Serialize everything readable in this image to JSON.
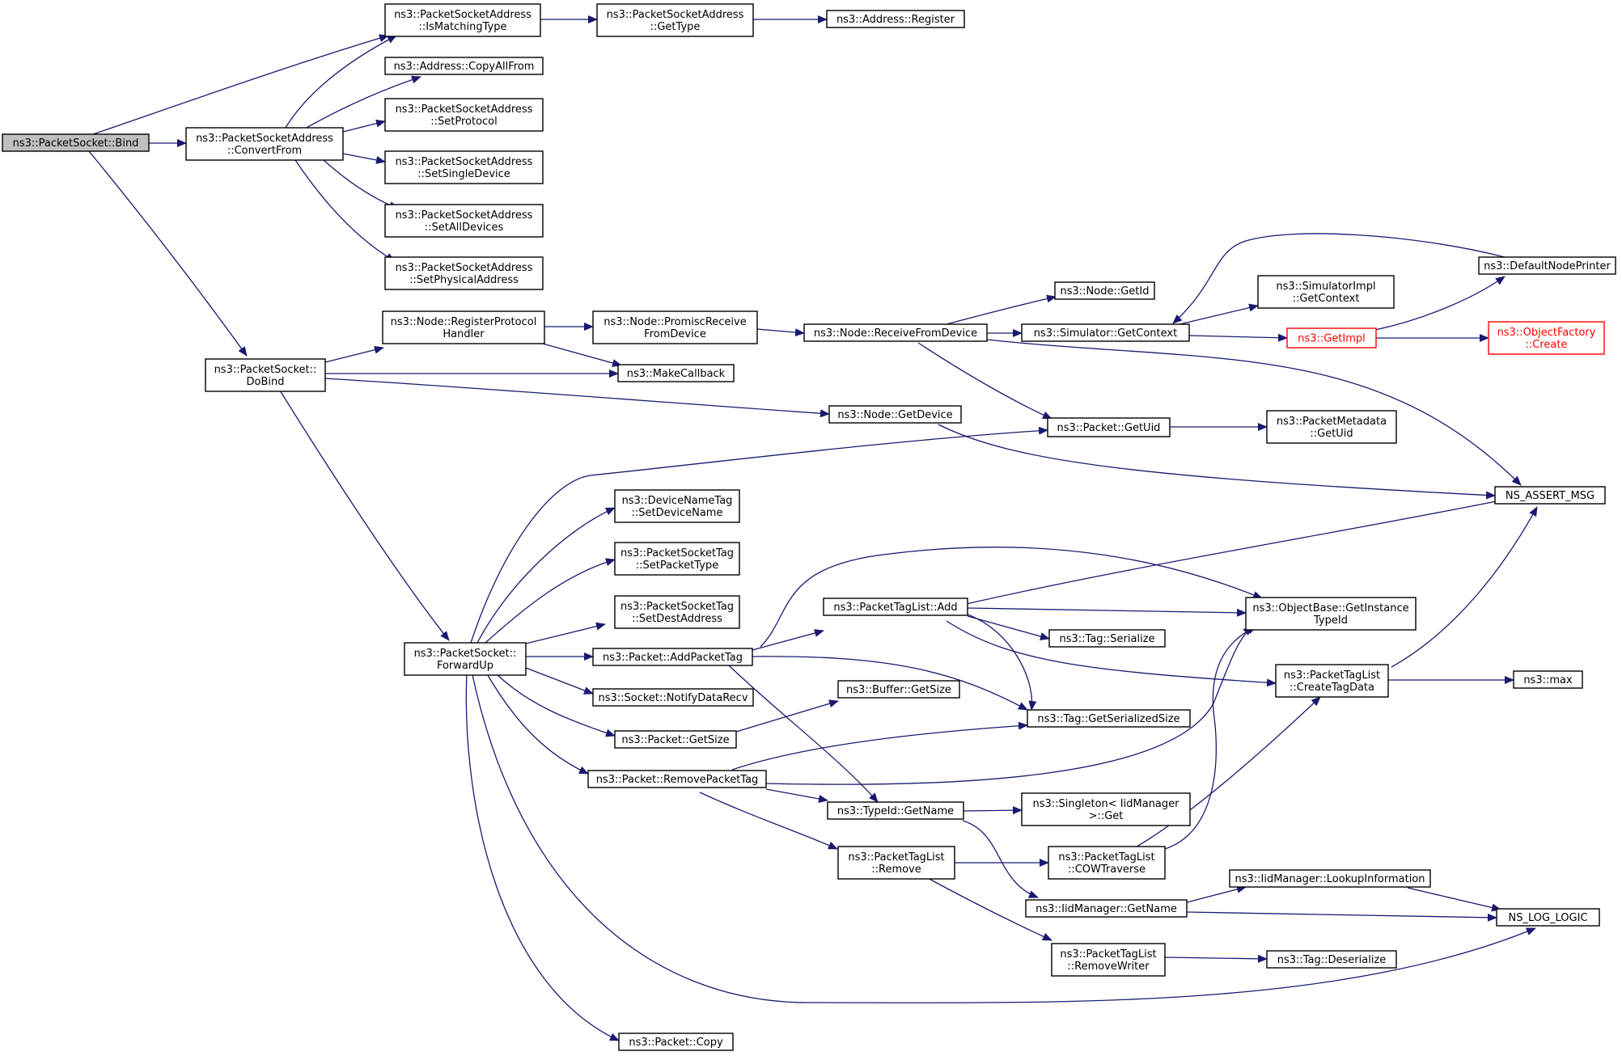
{
  "nodes": {
    "bind": {
      "lines": [
        "ns3::PacketSocket::Bind"
      ]
    },
    "isMatchingType": {
      "lines": [
        "ns3::PacketSocketAddress",
        "::IsMatchingType"
      ]
    },
    "getType": {
      "lines": [
        "ns3::PacketSocketAddress",
        "::GetType"
      ]
    },
    "addressRegister": {
      "lines": [
        "ns3::Address::Register"
      ]
    },
    "copyAllFrom": {
      "lines": [
        "ns3::Address::CopyAllFrom"
      ]
    },
    "convertFrom": {
      "lines": [
        "ns3::PacketSocketAddress",
        "::ConvertFrom"
      ]
    },
    "setProtocol": {
      "lines": [
        "ns3::PacketSocketAddress",
        "::SetProtocol"
      ]
    },
    "setSingleDevice": {
      "lines": [
        "ns3::PacketSocketAddress",
        "::SetSingleDevice"
      ]
    },
    "setAllDevices": {
      "lines": [
        "ns3::PacketSocketAddress",
        "::SetAllDevices"
      ]
    },
    "setPhysicalAddress": {
      "lines": [
        "ns3::PacketSocketAddress",
        "::SetPhysicalAddress"
      ]
    },
    "doBind": {
      "lines": [
        "ns3::PacketSocket::",
        "DoBind"
      ]
    },
    "registerProtocolHandler": {
      "lines": [
        "ns3::Node::RegisterProtocol",
        "Handler"
      ]
    },
    "promiscReceive": {
      "lines": [
        "ns3::Node::PromiscReceive",
        "FromDevice"
      ]
    },
    "receiveFromDevice": {
      "lines": [
        "ns3::Node::ReceiveFromDevice"
      ]
    },
    "nodeGetId": {
      "lines": [
        "ns3::Node::GetId"
      ]
    },
    "simGetContext": {
      "lines": [
        "ns3::Simulator::GetContext"
      ]
    },
    "simImplGetContext": {
      "lines": [
        "ns3::SimulatorImpl",
        "::GetContext"
      ]
    },
    "defaultNodePrinter": {
      "lines": [
        "ns3::DefaultNodePrinter"
      ]
    },
    "getImpl": {
      "lines": [
        "ns3::GetImpl"
      ]
    },
    "objectFactoryCreate": {
      "lines": [
        "ns3::ObjectFactory",
        "::Create"
      ]
    },
    "makeCallback": {
      "lines": [
        "ns3::MakeCallback"
      ]
    },
    "nodeGetDevice": {
      "lines": [
        "ns3::Node::GetDevice"
      ]
    },
    "packetGetUid": {
      "lines": [
        "ns3::Packet::GetUid"
      ]
    },
    "packetMetadataGetUid": {
      "lines": [
        "ns3::PacketMetadata",
        "::GetUid"
      ]
    },
    "nsAssertMsg": {
      "lines": [
        "NS_ASSERT_MSG"
      ]
    },
    "forwardUp": {
      "lines": [
        "ns3::PacketSocket::",
        "ForwardUp"
      ]
    },
    "setDeviceName": {
      "lines": [
        "ns3::DeviceNameTag",
        "::SetDeviceName"
      ]
    },
    "setPacketType": {
      "lines": [
        "ns3::PacketSocketTag",
        "::SetPacketType"
      ]
    },
    "setDestAddress": {
      "lines": [
        "ns3::PacketSocketTag",
        "::SetDestAddress"
      ]
    },
    "addPacketTag": {
      "lines": [
        "ns3::Packet::AddPacketTag"
      ]
    },
    "packetTagListAdd": {
      "lines": [
        "ns3::PacketTagList::Add"
      ]
    },
    "getInstanceTypeId": {
      "lines": [
        "ns3::ObjectBase::GetInstance",
        "TypeId"
      ]
    },
    "tagSerialize": {
      "lines": [
        "ns3::Tag::Serialize"
      ]
    },
    "createTagData": {
      "lines": [
        "ns3::PacketTagList",
        "::CreateTagData"
      ]
    },
    "max": {
      "lines": [
        "ns3::max"
      ]
    },
    "notifyDataRecv": {
      "lines": [
        "ns3::Socket::NotifyDataRecv"
      ]
    },
    "bufferGetSize": {
      "lines": [
        "ns3::Buffer::GetSize"
      ]
    },
    "packetGetSize": {
      "lines": [
        "ns3::Packet::GetSize"
      ]
    },
    "tagGetSerializedSize": {
      "lines": [
        "ns3::Tag::GetSerializedSize"
      ]
    },
    "removePacketTag": {
      "lines": [
        "ns3::Packet::RemovePacketTag"
      ]
    },
    "typeIdGetName": {
      "lines": [
        "ns3::TypeId::GetName"
      ]
    },
    "singletonGet": {
      "lines": [
        "ns3::Singleton< IidManager",
        " >::Get"
      ]
    },
    "packetTagListRemove": {
      "lines": [
        "ns3::PacketTagList",
        "::Remove"
      ]
    },
    "cowTraverse": {
      "lines": [
        "ns3::PacketTagList",
        "::COWTraverse"
      ]
    },
    "lookupInformation": {
      "lines": [
        "ns3::IidManager::LookupInformation"
      ]
    },
    "iidGetName": {
      "lines": [
        "ns3::IidManager::GetName"
      ]
    },
    "nsLogLogic": {
      "lines": [
        "NS_LOG_LOGIC"
      ]
    },
    "removeWriter": {
      "lines": [
        "ns3::PacketTagList",
        "::RemoveWriter"
      ]
    },
    "tagDeserialize": {
      "lines": [
        "ns3::Tag::Deserialize"
      ]
    },
    "packetCopy": {
      "lines": [
        "ns3::Packet::Copy"
      ]
    }
  },
  "colors": {
    "edge": "#191970",
    "node_border": "#000000",
    "root_fill": "#bfbfbf",
    "truncated_border": "#ff0000"
  }
}
